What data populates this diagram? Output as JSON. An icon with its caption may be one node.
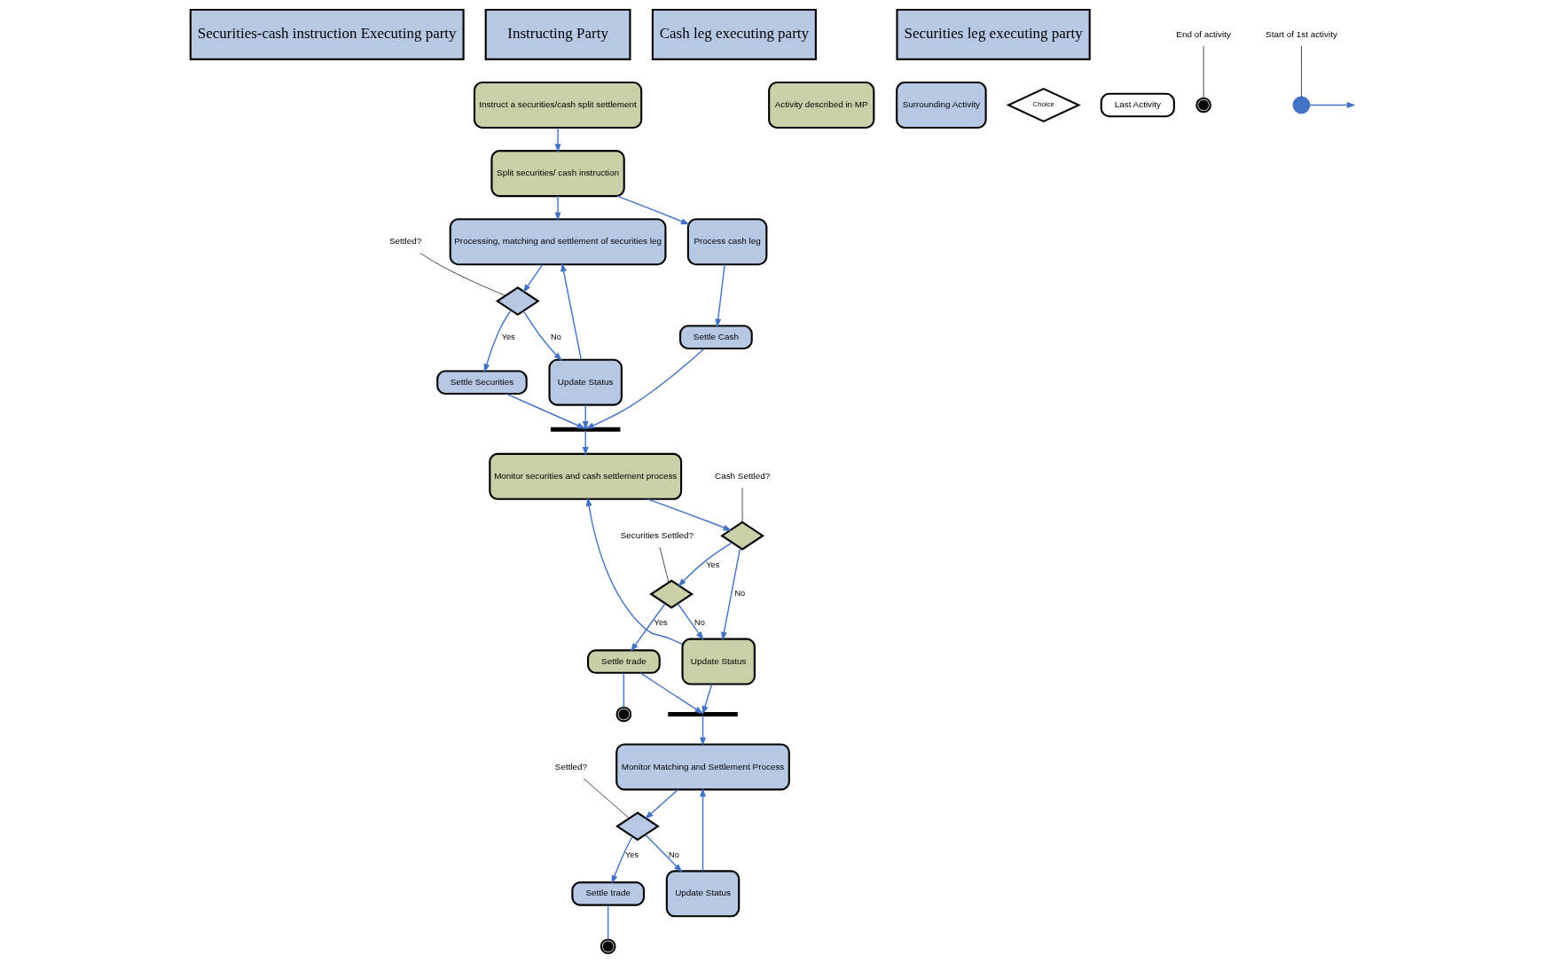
{
  "diagram": {
    "nodes": [
      {
        "text": [
          "Instructing Party"
        ]
      },
      {
        "text": [
          "Securities-cash instruction Executing party"
        ]
      },
      {
        "text": [
          "Securities leg executing party"
        ]
      },
      {
        "text": [
          "Cash leg executing party"
        ]
      },
      {
        "text": [
          "Instruct a securities/cash split settlement"
        ]
      },
      {
        "text": [
          "Split securities/ cash instruction"
        ]
      },
      {
        "text": [
          "Processing, matching and settlement of securities leg"
        ]
      },
      {
        "text": [
          "Process cash leg"
        ]
      },
      {
        "text": [],
        "shape": "bar"
      },
      {
        "text": [
          "Monitor securities and cash settlement process"
        ]
      },
      {
        "text": [
          "Settled?"
        ]
      },
      {
        "text": [],
        "shape": "diamond"
      },
      {
        "text": [
          "Update Status"
        ]
      },
      {
        "text": [
          "Settle Securities"
        ]
      },
      {
        "text": [
          "Settle Cash"
        ]
      },
      {
        "text": [
          "Cash Settled?"
        ]
      },
      {
        "text": [
          "Securities Settled?"
        ]
      },
      {
        "text": [
          "Monitor Matching and Settlement Process"
        ]
      },
      {
        "text": [],
        "shape": "bar"
      },
      {
        "text": [],
        "shape": "diamond"
      },
      {
        "text": [],
        "shape": "diamond"
      },
      {
        "text": [
          "Settled?"
        ]
      },
      {
        "text": [],
        "shape": "diamond"
      },
      {
        "text": [
          "Update Status"
        ]
      },
      {
        "text": [
          "Update Status"
        ]
      },
      {
        "text": [
          "Settle trade"
        ]
      },
      {
        "text": [
          "Settle trade"
        ]
      },
      {
        "text": [],
        "shape": "circle"
      },
      {
        "text": [],
        "shape": "circle"
      },
      {
        "text": [
          "Activity described in MP"
        ]
      },
      {
        "text": [
          "Surrounding Activity"
        ]
      },
      {
        "text": [
          "Choice"
        ]
      },
      {
        "text": [
          "Last Activity"
        ]
      },
      {
        "text": [],
        "shape": "circle"
      },
      {
        "text": [
          "End of activity"
        ]
      },
      {
        "text": [],
        "shape": "circle"
      },
      {
        "text": [
          "Start of 1st activity"
        ]
      }
    ],
    "edges": [
      {
        "from": 4,
        "to": 5,
        "arrow": "to"
      },
      {
        "from": 5,
        "to": 6,
        "arrow": "to"
      },
      {
        "from": 5,
        "to": 7,
        "arrow": "to"
      },
      {
        "from": 7,
        "to": 14,
        "arrow": "to"
      },
      {
        "from": 6,
        "to": 11,
        "arrow": "to"
      },
      {
        "from": 10,
        "to": 11,
        "arrow": "none",
        "color": "#000000"
      },
      {
        "from": 11,
        "to": 13,
        "arrow": "to",
        "label": "Yes"
      },
      {
        "from": 11,
        "to": 12,
        "arrow": "to",
        "label": "No"
      },
      {
        "from": 12,
        "to": 6,
        "arrow": "to"
      },
      {
        "from": 13,
        "to": 8,
        "arrow": "to"
      },
      {
        "from": 12,
        "to": 8,
        "arrow": "to"
      },
      {
        "from": 14,
        "to": 8,
        "arrow": "to"
      },
      {
        "from": 8,
        "to": 9,
        "arrow": "to"
      },
      {
        "from": 9,
        "to": 19,
        "arrow": "to"
      },
      {
        "from": 15,
        "to": 19,
        "arrow": "none",
        "color": "#000000"
      },
      {
        "from": 16,
        "to": 20,
        "arrow": "none",
        "color": "#000000"
      },
      {
        "from": 19,
        "to": 20,
        "arrow": "to",
        "label": "Yes"
      },
      {
        "from": 19,
        "to": 23,
        "arrow": "to",
        "label": "No"
      },
      {
        "from": 20,
        "to": 23,
        "arrow": "to",
        "label": "No"
      },
      {
        "from": 20,
        "to": 25,
        "arrow": "to",
        "label": "Yes"
      },
      {
        "from": 23,
        "to": 9,
        "arrow": "to"
      },
      {
        "from": 23,
        "to": 18,
        "arrow": "to"
      },
      {
        "from": 25,
        "to": 18,
        "arrow": "to"
      },
      {
        "from": 18,
        "to": 17,
        "arrow": "to"
      },
      {
        "from": 17,
        "to": 22,
        "arrow": "to"
      },
      {
        "from": 21,
        "to": 22,
        "arrow": "none",
        "color": "#000000"
      },
      {
        "from": 22,
        "to": 24,
        "arrow": "to",
        "label": "No"
      },
      {
        "from": 22,
        "to": 26,
        "arrow": "to",
        "label": "Yes"
      },
      {
        "from": 24,
        "to": 17,
        "arrow": "to"
      },
      {
        "from": 26,
        "to": 27,
        "arrow": "none"
      },
      {
        "from": 25,
        "to": 28,
        "arrow": "none"
      },
      {
        "from": 34,
        "to": 33,
        "arrow": "none",
        "color": "#000000"
      },
      {
        "from": 36,
        "to": 35,
        "arrow": "none",
        "color": "#000000"
      },
      {
        "from": 35,
        "to": null,
        "arrow": "to"
      }
    ]
  }
}
